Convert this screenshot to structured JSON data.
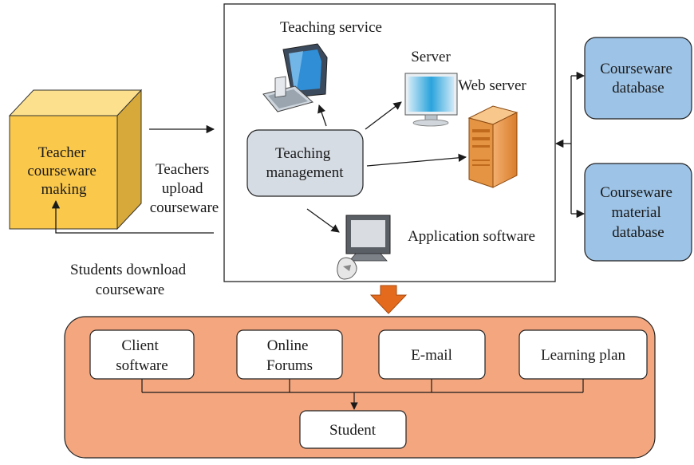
{
  "teacher_box": {
    "lines": [
      "Teacher",
      "courseware",
      "making"
    ]
  },
  "upload_label": {
    "lines": [
      "Teachers",
      "upload",
      "courseware"
    ]
  },
  "download_label": {
    "lines": [
      "Students download",
      "courseware"
    ]
  },
  "server_panel": {
    "teaching_service": "Teaching service",
    "server": "Server",
    "web_server": "Web server",
    "application_software": "Application software",
    "teaching_management": {
      "lines": [
        "Teaching",
        "management"
      ]
    }
  },
  "databases": {
    "courseware_db": {
      "lines": [
        "Courseware",
        "database"
      ]
    },
    "material_db": {
      "lines": [
        "Courseware",
        "material",
        "database"
      ]
    }
  },
  "client_panel": {
    "client_software": {
      "lines": [
        "Client",
        "software"
      ]
    },
    "online_forums": {
      "lines": [
        "Online",
        "Forums"
      ]
    },
    "email": {
      "lines": [
        "E-mail"
      ]
    },
    "learning_plan": {
      "lines": [
        "Learning plan"
      ]
    },
    "student": {
      "lines": [
        "Student"
      ]
    }
  },
  "colors": {
    "teacher_cube_front": "#FAC84B",
    "teacher_cube_top": "#FCE08E",
    "teacher_cube_side": "#D6A93A",
    "database_fill": "#9DC3E6",
    "management_fill": "#D6DCE4",
    "client_panel_fill": "#F4A77F",
    "down_arrow": "#E46B1E"
  }
}
